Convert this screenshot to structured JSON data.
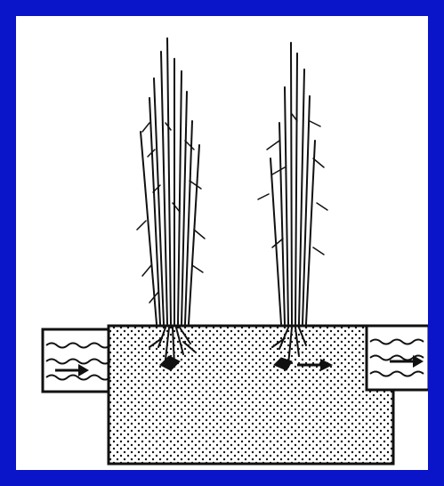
{
  "colors": {
    "frame": "#0a14c8",
    "paper": "#ffffff",
    "ink": "#111111"
  },
  "diagram": {
    "plants": [
      {
        "name": "reed-plant-left"
      },
      {
        "name": "reed-plant-right"
      }
    ],
    "bed": {
      "name": "gravel-bed",
      "texture": "dotted"
    },
    "inlet": {
      "name": "inlet-zone",
      "flow_direction": "right"
    },
    "outlet": {
      "name": "outlet-zone",
      "flow_direction": "right"
    },
    "internal_flow_arrow": {
      "name": "subsurface-flow-arrow",
      "direction": "right"
    }
  }
}
